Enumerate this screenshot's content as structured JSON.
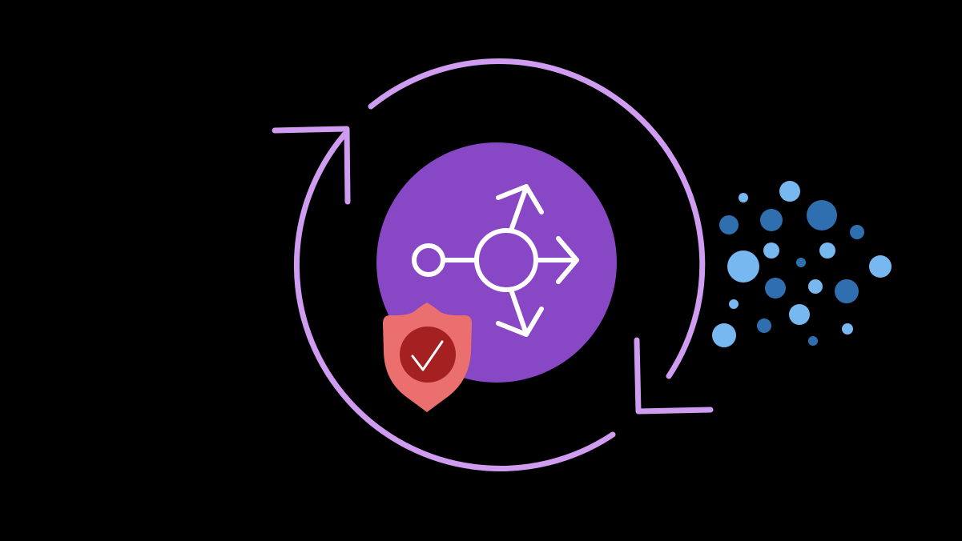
{
  "colors": {
    "background": "#000000",
    "cycle_arrow": "#d09cf2",
    "hub_circle": "#8847c5",
    "hub_icon": "#ffffff",
    "shield": "#ec6f6f",
    "shield_badge": "#a52020",
    "dot_light": "#78b8f0",
    "dot_dark": "#2f6fb0"
  },
  "icons": [
    "refresh-cycle-icon",
    "split-route-icon",
    "shield-check-icon",
    "dot-cluster-icon"
  ],
  "dots": [
    {
      "tone": "light"
    },
    {
      "tone": "light"
    },
    {
      "tone": "dark"
    },
    {
      "tone": "dark"
    },
    {
      "tone": "dark"
    },
    {
      "tone": "dark"
    },
    {
      "tone": "light"
    },
    {
      "tone": "light"
    },
    {
      "tone": "light"
    },
    {
      "tone": "dark"
    },
    {
      "tone": "light"
    },
    {
      "tone": "dark"
    },
    {
      "tone": "light"
    },
    {
      "tone": "dark"
    },
    {
      "tone": "light"
    },
    {
      "tone": "light"
    },
    {
      "tone": "dark"
    },
    {
      "tone": "light"
    },
    {
      "tone": "light"
    },
    {
      "tone": "dark"
    }
  ]
}
